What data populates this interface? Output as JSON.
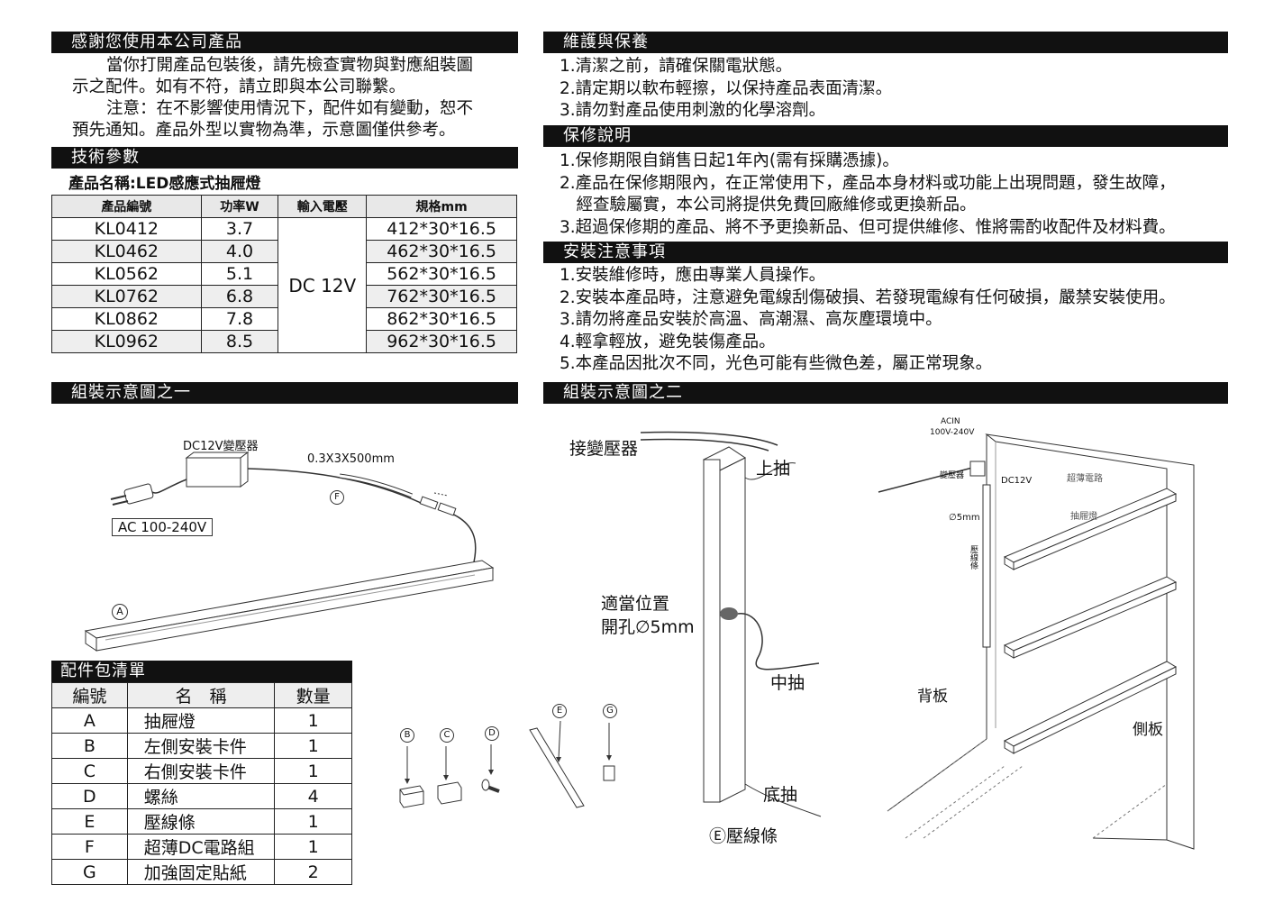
{
  "left": {
    "thanks": {
      "title": "感謝您使用本公司產品",
      "lines": [
        "當你打開產品包裝後，請先檢查實物與對應組裝圖",
        "示之配件。如有不符，請立即與本公司聯繫。",
        "注意：在不影響使用情況下，配件如有變動，恕不",
        "預先通知。產品外型以實物為準，示意圖僅供參考。"
      ]
    },
    "tech": {
      "title": "技術參數",
      "product_name": "產品名稱:LED感應式抽屜燈",
      "headers": [
        "產品編號",
        "功率W",
        "輸入電壓",
        "規格mm"
      ],
      "voltage": "DC 12V",
      "rows": [
        {
          "code": "KL0412",
          "power": "3.7",
          "spec": "412*30*16.5"
        },
        {
          "code": "KL0462",
          "power": "4.0",
          "spec": "462*30*16.5"
        },
        {
          "code": "KL0562",
          "power": "5.1",
          "spec": "562*30*16.5"
        },
        {
          "code": "KL0762",
          "power": "6.8",
          "spec": "762*30*16.5"
        },
        {
          "code": "KL0862",
          "power": "7.8",
          "spec": "862*30*16.5"
        },
        {
          "code": "KL0962",
          "power": "8.5",
          "spec": "962*30*16.5"
        }
      ]
    },
    "assembly1": {
      "title": "組裝示意圖之一",
      "transformer": "DC12V變壓器",
      "cable": "0.3X3X500mm",
      "f_mark": "F",
      "ac": "AC 100-240V",
      "a_mark": "A"
    },
    "parts": {
      "title": "配件包清單",
      "headers": [
        "編號",
        "名　稱",
        "數量"
      ],
      "rows": [
        {
          "id": "A",
          "name": "抽屜燈",
          "qty": "1"
        },
        {
          "id": "B",
          "name": "左側安裝卡件",
          "qty": "1"
        },
        {
          "id": "C",
          "name": "右側安裝卡件",
          "qty": "1"
        },
        {
          "id": "D",
          "name": "螺絲",
          "qty": "4"
        },
        {
          "id": "E",
          "name": "壓線條",
          "qty": "1"
        },
        {
          "id": "F",
          "name": "超薄DC電路組",
          "qty": "1"
        },
        {
          "id": "G",
          "name": "加強固定貼紙",
          "qty": "2"
        }
      ]
    }
  },
  "right": {
    "maintenance": {
      "title": "維護與保養",
      "items": [
        "1.清潔之前，請確保關電狀態。",
        "2.請定期以軟布輕擦，以保持產品表面清潔。",
        "3.請勿對產品使用刺激的化學溶劑。"
      ]
    },
    "warranty": {
      "title": "保修說明",
      "items": [
        "1.保修期限自銷售日起1年內(需有採購憑據)。",
        "2.產品在保修期限內，在正常使用下，產品本身材料或功能上出現問題，發生故障，",
        "　經查驗屬實，本公司將提供免費回廠維修或更換新品。",
        "3.超過保修期的產品、將不予更換新品、但可提供維修、惟將需酌收配件及材料費。"
      ]
    },
    "install": {
      "title": "安裝注意事項",
      "items": [
        "1.安裝維修時，應由專業人員操作。",
        "2.安裝本產品時，注意避免電線刮傷破損、若發現電線有任何破損，嚴禁安裝使用。",
        "3.請勿將產品安裝於高溫、高潮濕、高灰塵環境中。",
        "4.輕拿輕放，避免裝傷產品。",
        "5.本產品因批次不同，光色可能有些微色差，屬正常現象。"
      ]
    },
    "assembly2": {
      "title": "組裝示意圖之二",
      "transformer_conn": "接變壓器",
      "top": "上抽",
      "hole_1": "適當位置",
      "hole_2": "開孔∅5mm",
      "middle": "中抽",
      "bottom": "底抽",
      "strip": "Ⓔ壓線條",
      "acin_1": "ACIN",
      "acin_2": "100V-240V",
      "transformer_small": "變壓器",
      "dc12v": "DC12V",
      "phi5": "∅5mm",
      "strip_small": "壓線條",
      "thin_circuit": "超薄電路",
      "drawer_light": "抽屜燈",
      "back": "背板",
      "side": "側板"
    },
    "part_marks": [
      "B",
      "C",
      "D",
      "E",
      "G"
    ]
  }
}
